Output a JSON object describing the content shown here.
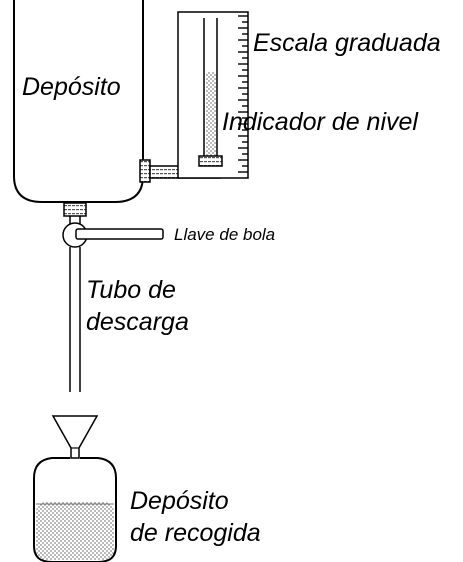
{
  "labels": {
    "tank": "Depósito",
    "scale": "Escala graduada",
    "level_indicator": "Indicador de nivel",
    "ball_valve": "Llave de bola",
    "discharge_tube_line1": "Tubo de",
    "discharge_tube_line2": "descarga",
    "collection_tank_line1": "Depósito",
    "collection_tank_line2": "de recogida"
  },
  "colors": {
    "stroke": "#000000",
    "liquid": "#c8c8c8",
    "background": "#ffffff"
  }
}
